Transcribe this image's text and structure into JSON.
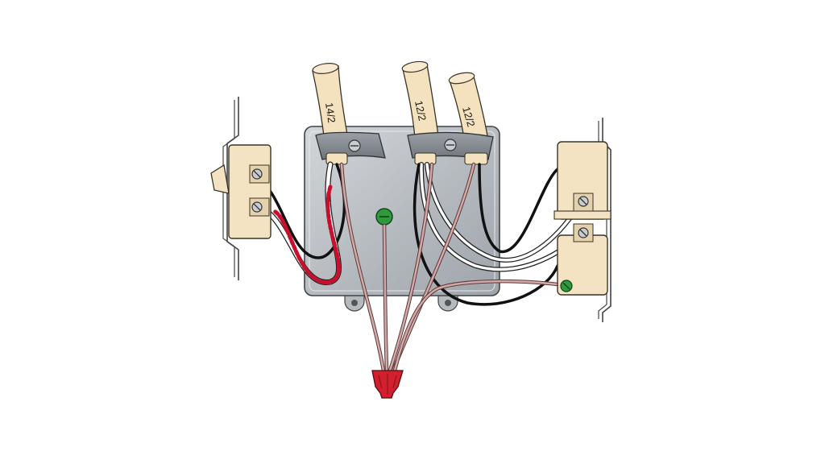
{
  "cables": [
    {
      "label": "14/2"
    },
    {
      "label": "12/2"
    },
    {
      "label": "12/2"
    }
  ],
  "colors": {
    "box": "#b9bec3",
    "cable_jacket": "#f3e2bd",
    "device_body": "#f3e3c2",
    "wire_black": "#111111",
    "wire_white": "#ffffff",
    "wire_ground": "#c9a0a0",
    "wire_red_tape": "#c8102e",
    "green_screw": "#2e9a3c",
    "wire_nut": "#d21f2d"
  },
  "icons": [
    "switch-icon",
    "receptacle-icon",
    "wire-nut-icon",
    "ground-screw-icon"
  ]
}
